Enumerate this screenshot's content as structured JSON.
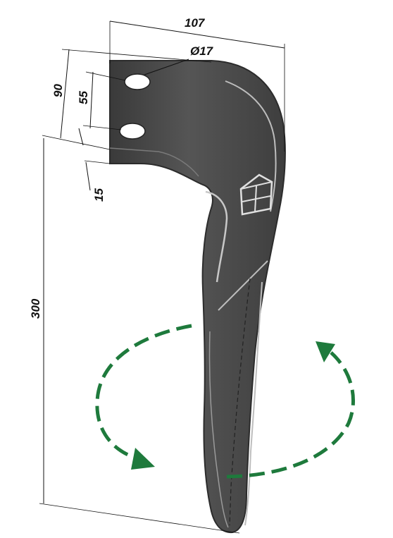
{
  "dimensions": {
    "width": "107",
    "hole_diameter": "Ø17",
    "mount_height": "90",
    "hole_spacing": "55",
    "thickness": "15",
    "length": "300"
  },
  "colors": {
    "blade": "#4a4a4a",
    "blade_edge": "#2c2c2c",
    "highlight": "#bdbdbd",
    "arrow": "#1e7a3c",
    "dimension": "#111111"
  },
  "icons": {
    "logo": "house-box-logo",
    "rotation": "rotation-arrows"
  }
}
